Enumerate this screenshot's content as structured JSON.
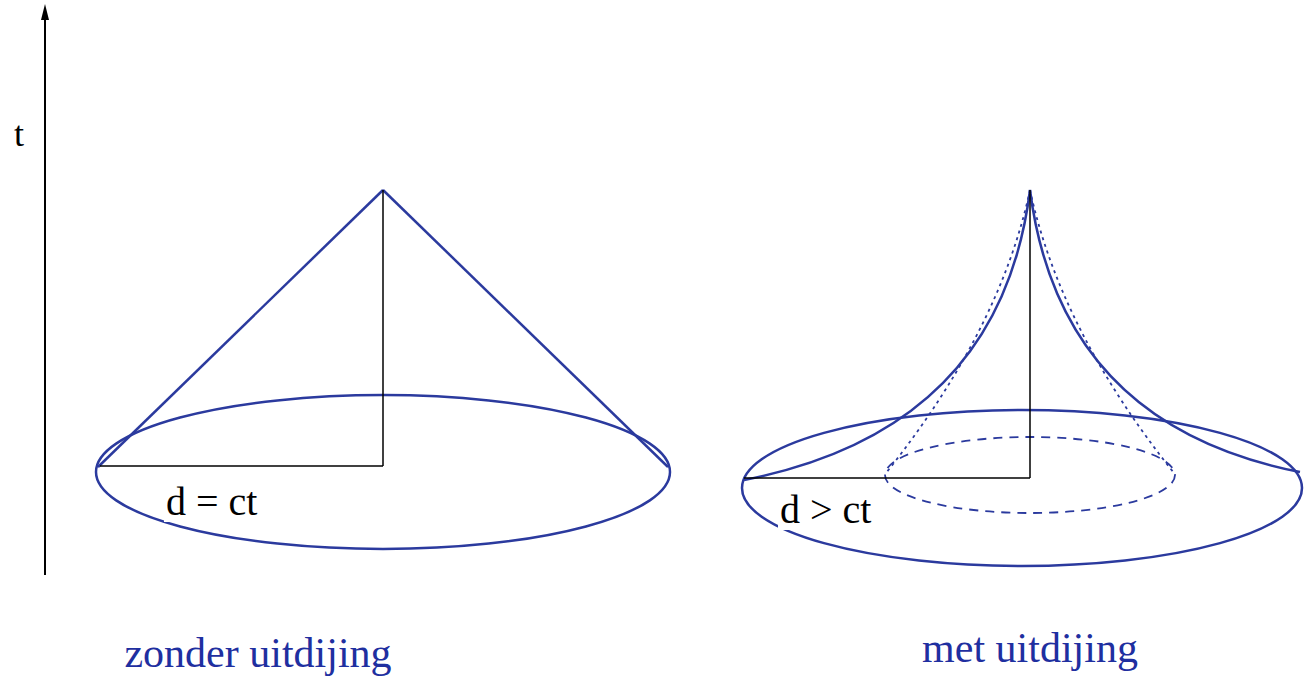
{
  "diagram": {
    "labels": [
      "t",
      "d = ct",
      "d > ct",
      "zonder uitdijing",
      "met uitdijing"
    ]
  }
}
